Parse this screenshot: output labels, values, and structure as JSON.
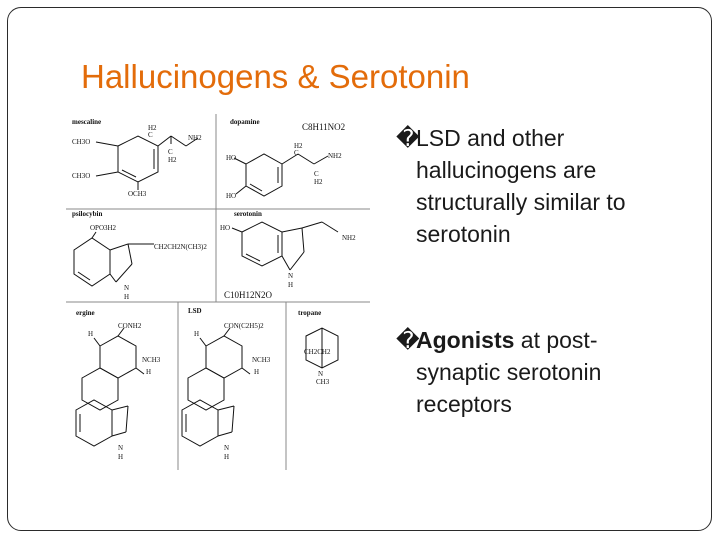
{
  "slide": {
    "title": "Hallucinogens & Serotonin"
  },
  "figure": {
    "labels": {
      "mescaline": "mescaline",
      "dopamine": "dopamine",
      "psilocybin": "psilocybin",
      "serotonin": "serotonin",
      "ergine": "ergine",
      "lsd": "LSD",
      "tropane": "tropane"
    },
    "formulas": {
      "dopamine": "C8H11NO2",
      "serotonin": "C10H12N2O"
    },
    "groups": {
      "ch3o_1": "CH3O",
      "ch3o_2": "CH3O",
      "och3": "OCH3",
      "h2_a": "H2",
      "c_a": "C",
      "nh2_a": "NH2",
      "c_b": "C",
      "h2_b": "H2",
      "ho_d1": "HO",
      "ho_d2": "HO",
      "h2_d": "H2",
      "c_d": "C",
      "nh2_d": "NH2",
      "c_d2": "C",
      "h2_d2": "H2",
      "opo3h2": "OPO3H2",
      "side_psi": "CH2CH2N(CH3)2",
      "n_psi": "N",
      "h_psi": "H",
      "ho_s": "HO",
      "nh2_s": "NH2",
      "n_s": "N",
      "h_s": "H",
      "h_erg": "H",
      "conh2": "CONH2",
      "nch3_erg": "NCH3",
      "h2_erg": "H",
      "n_erg": "N",
      "h3_erg": "H",
      "h_lsd": "H",
      "con_lsd": "CON(C2H5)2",
      "nch3_lsd": "NCH3",
      "h2_lsd": "H",
      "n_lsd": "N",
      "h3_lsd": "H",
      "ch2ch2": "CH2CH2",
      "n_trop": "N",
      "ch3_trop": "CH3"
    }
  },
  "bullets": [
    {
      "marker": "�",
      "lines": [
        "LSD and other",
        "hallucinogens are",
        "structurally similar to",
        "serotonin"
      ]
    },
    {
      "marker": "�",
      "bold_word": "Agonists",
      "rest_first_line": " at post-",
      "lines": [
        "synaptic serotonin",
        "receptors"
      ]
    }
  ]
}
